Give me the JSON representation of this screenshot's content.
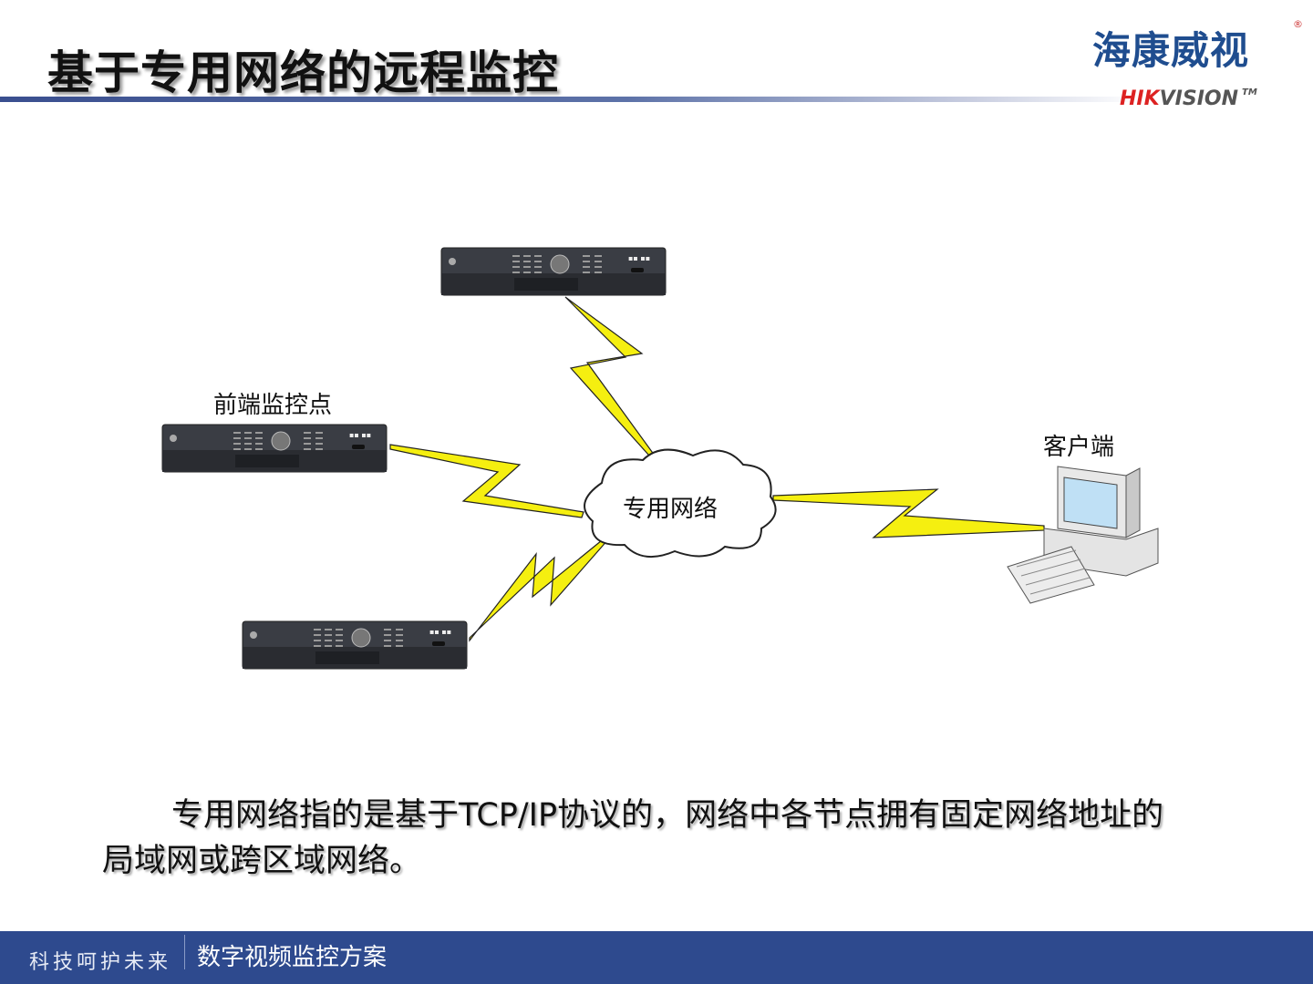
{
  "slide": {
    "title": "基于专用网络的远程监控",
    "logo": {
      "cn": "海康威视",
      "en_red": "HIK",
      "en_gray": "VISION",
      "tm": "TM",
      "reg": "®"
    },
    "diagram": {
      "front_label": "前端监控点",
      "network_label": "专用网络",
      "client_label": "客户端"
    },
    "description": "专用网络指的是基于TCP/IP协议的，网络中各节点拥有固定网络地址的局域网或跨区域网络。",
    "footer": {
      "left": "科技呵护未来",
      "right": "数字视频监控方案"
    },
    "colors": {
      "accent": "#2e4a8e",
      "bolt": "#f2f20a",
      "logo_blue": "#1f4d8f",
      "logo_red": "#d22222"
    }
  }
}
